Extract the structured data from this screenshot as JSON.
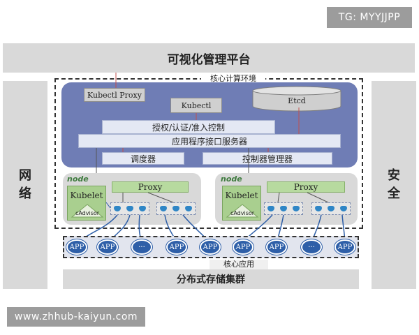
{
  "watermark_top": "TG: MYYJJPP",
  "watermark_bottom": "www.zhhub-kaiyun.com",
  "platform": {
    "title": "可视化管理平台"
  },
  "side_left": {
    "label": "网\n络"
  },
  "side_right": {
    "label": "安\n全"
  },
  "core": {
    "label": "核心计算环境",
    "kubectl_proxy": "Kubectl Proxy",
    "kubectl": "Kubectl",
    "etcd": "Etcd",
    "auth": "授权/认证/准入控制",
    "api_server": "应用程序接口服务器",
    "scheduler": "调度器",
    "controller": "控制器管理器"
  },
  "nodes": [
    {
      "logo": "node",
      "kubelet": "Kubelet",
      "cadvisor": "cAdvisor",
      "proxy": "Proxy"
    },
    {
      "logo": "node",
      "kubelet": "Kubelet",
      "cadvisor": "cAdvisor",
      "proxy": "Proxy"
    }
  ],
  "apps": {
    "items": [
      "APP",
      "APP",
      "···",
      "APP",
      "APP",
      "APP",
      "APP",
      "···",
      "APP"
    ],
    "label": "核心应用"
  },
  "storage": {
    "title": "分布式存储集群"
  },
  "colors": {
    "control_plane": "#6f7db5",
    "app_circle": "#2e5fa8",
    "node_green": "#a9cf8f",
    "side_gray": "#d9d9d9"
  },
  "icons": {
    "docker": "docker-whale-icon",
    "node_logo": "node-logo"
  }
}
